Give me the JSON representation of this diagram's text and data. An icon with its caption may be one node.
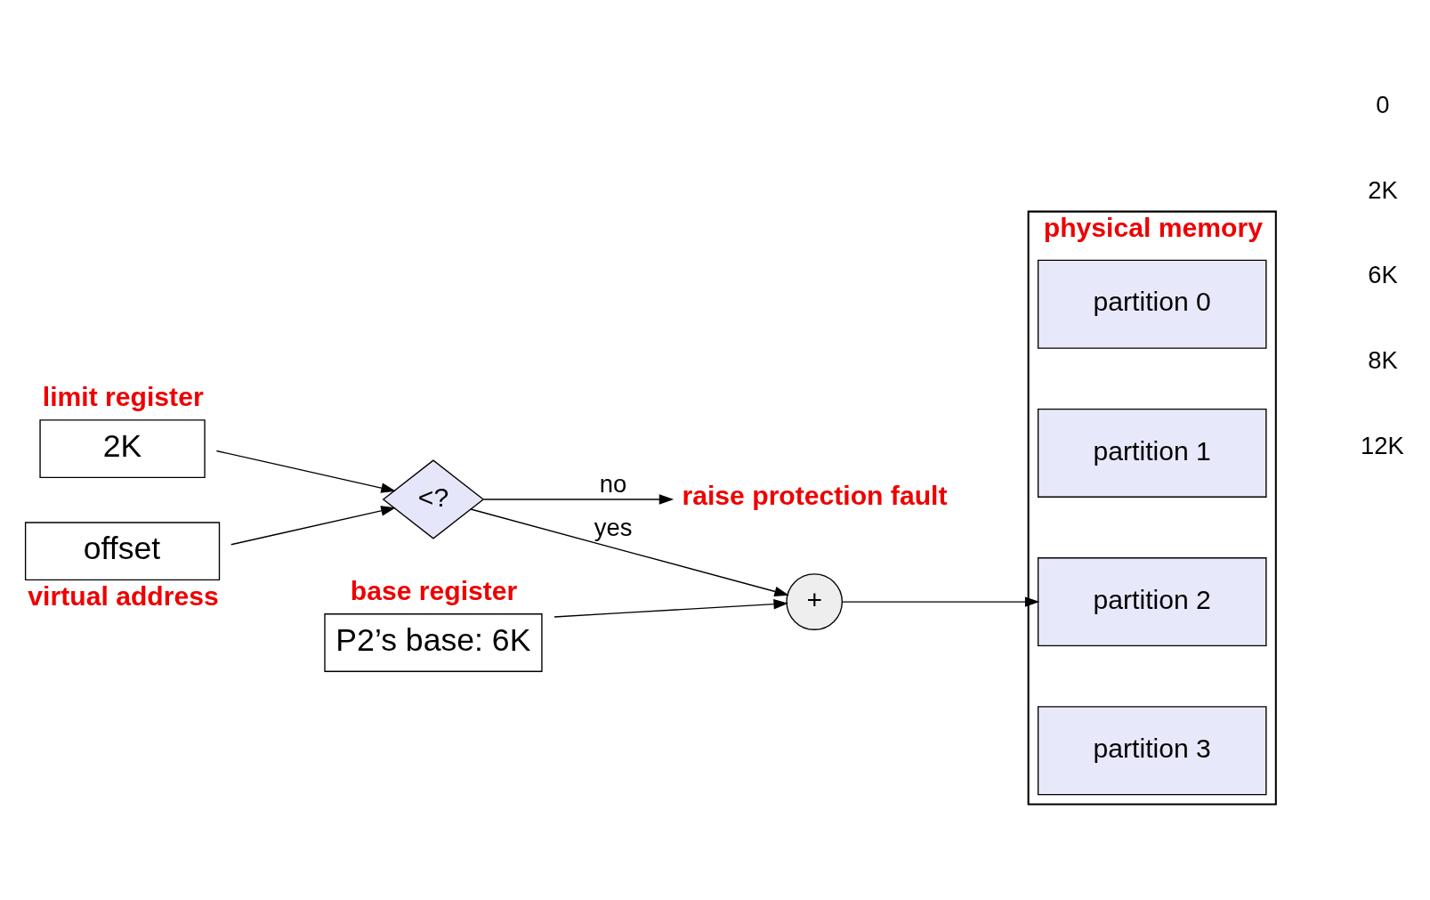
{
  "diagram": {
    "nodes": [
      {
        "text": [
          "limit register",
          "2K"
        ]
      },
      {
        "text": [
          "base register",
          "P2’s base: 6K"
        ]
      },
      {
        "text": [
          "offset",
          "virtual address"
        ]
      },
      {
        "text": [
          "<?"
        ]
      },
      {
        "text": [
          "+"
        ]
      },
      {
        "text": [
          "raise protection fault"
        ]
      },
      {
        "text": [
          "physical memory"
        ]
      },
      {
        "text": [
          "partition 0"
        ],
        "in": 6
      },
      {
        "text": [
          "partition 1"
        ],
        "in": 6
      },
      {
        "text": [
          "partition 2"
        ],
        "in": 6
      },
      {
        "text": [
          "partition 3"
        ],
        "in": 6
      }
    ],
    "edges": [
      {
        "from": 2,
        "to": 3,
        "arrow": "to"
      },
      {
        "from": 0,
        "to": 3,
        "arrow": "to"
      },
      {
        "from": 3,
        "to": 4,
        "label": "yes",
        "arrow": "to"
      },
      {
        "from": 3,
        "to": 5,
        "label": "no",
        "arrow": "to"
      },
      {
        "from": 1,
        "to": 4,
        "arrow": "to"
      },
      {
        "from": 4,
        "to": 9,
        "arrow": "to"
      }
    ],
    "labels": [
      "0",
      "2K",
      "6K",
      "8K",
      "12K"
    ]
  }
}
